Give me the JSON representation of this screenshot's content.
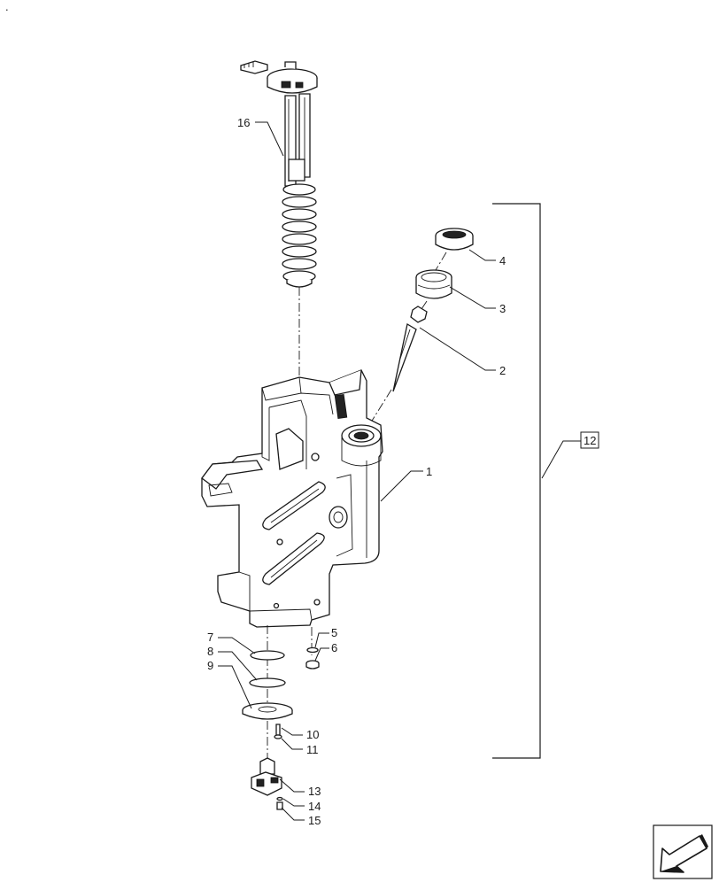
{
  "corner_mark": ".",
  "callouts": {
    "c1": "1",
    "c2": "2",
    "c3": "3",
    "c4": "4",
    "c5": "5",
    "c6": "6",
    "c7": "7",
    "c8": "8",
    "c9": "9",
    "c10": "10",
    "c11": "11",
    "c12": "12",
    "c13": "13",
    "c14": "14",
    "c15": "15",
    "c16": "16"
  },
  "nav_icon": "arrow-bottom-left-icon"
}
